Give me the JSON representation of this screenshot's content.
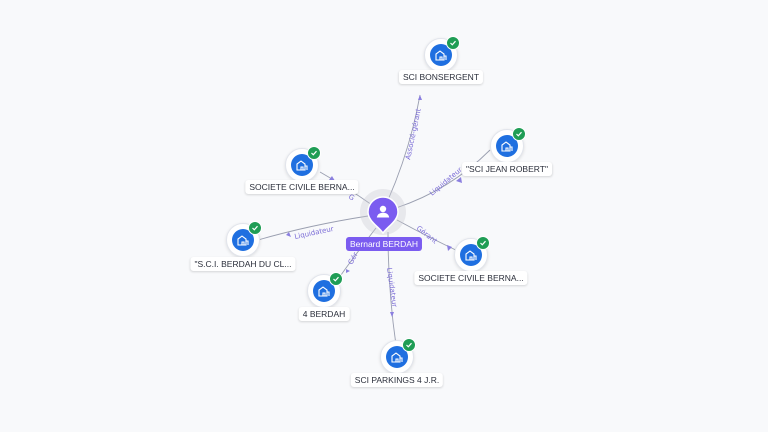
{
  "center": {
    "label": "Bernard BERDAH",
    "icon": "person-icon",
    "color": "#7b5cf0"
  },
  "companies": [
    {
      "id": "bonsergent",
      "label": "SCI BONSERGENT",
      "icon": "building-icon",
      "verified": true
    },
    {
      "id": "jean-robert",
      "label": "\"SCI JEAN ROBERT\"",
      "icon": "building-icon",
      "verified": true
    },
    {
      "id": "societe-civile-1",
      "label": "SOCIETE CIVILE BERNA...",
      "icon": "building-icon",
      "verified": true
    },
    {
      "id": "sci-berdah",
      "label": "\"S.C.I. BERDAH DU CL...",
      "icon": "building-icon",
      "verified": true
    },
    {
      "id": "societe-civile-2",
      "label": "SOCIETE CIVILE BERNA...",
      "icon": "building-icon",
      "verified": true
    },
    {
      "id": "4-berdah",
      "label": "4 BERDAH",
      "icon": "building-icon",
      "verified": true
    },
    {
      "id": "parkings",
      "label": "SCI PARKINGS 4 J.R.",
      "icon": "building-icon",
      "verified": true
    }
  ],
  "relations": [
    {
      "target": "bonsergent",
      "label": "Associé-gérant"
    },
    {
      "target": "jean-robert",
      "label": "Liquidateur"
    },
    {
      "target": "societe-civile-1",
      "label": "G"
    },
    {
      "target": "sci-berdah",
      "label": "Liquidateur"
    },
    {
      "target": "societe-civile-2",
      "label": "Gérant"
    },
    {
      "target": "4-berdah",
      "label": "Gér"
    },
    {
      "target": "parkings",
      "label": "Liquidateur"
    }
  ],
  "colors": {
    "accent": "#7b5cf0",
    "node": "#1f6fe0",
    "verified": "#1f9d55",
    "edge_label": "#7a6bd6"
  }
}
